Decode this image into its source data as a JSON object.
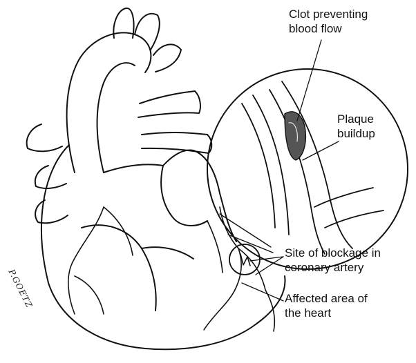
{
  "labels": {
    "clot": "Clot preventing\nblood flow",
    "plaque": "Plaque\nbuildup",
    "site": "Site of blockage in\ncoronary artery",
    "area": "Affected area of\nthe heart"
  },
  "signature": "P.GOETZ",
  "colors": {
    "ink": "#111111",
    "paper": "#ffffff"
  }
}
